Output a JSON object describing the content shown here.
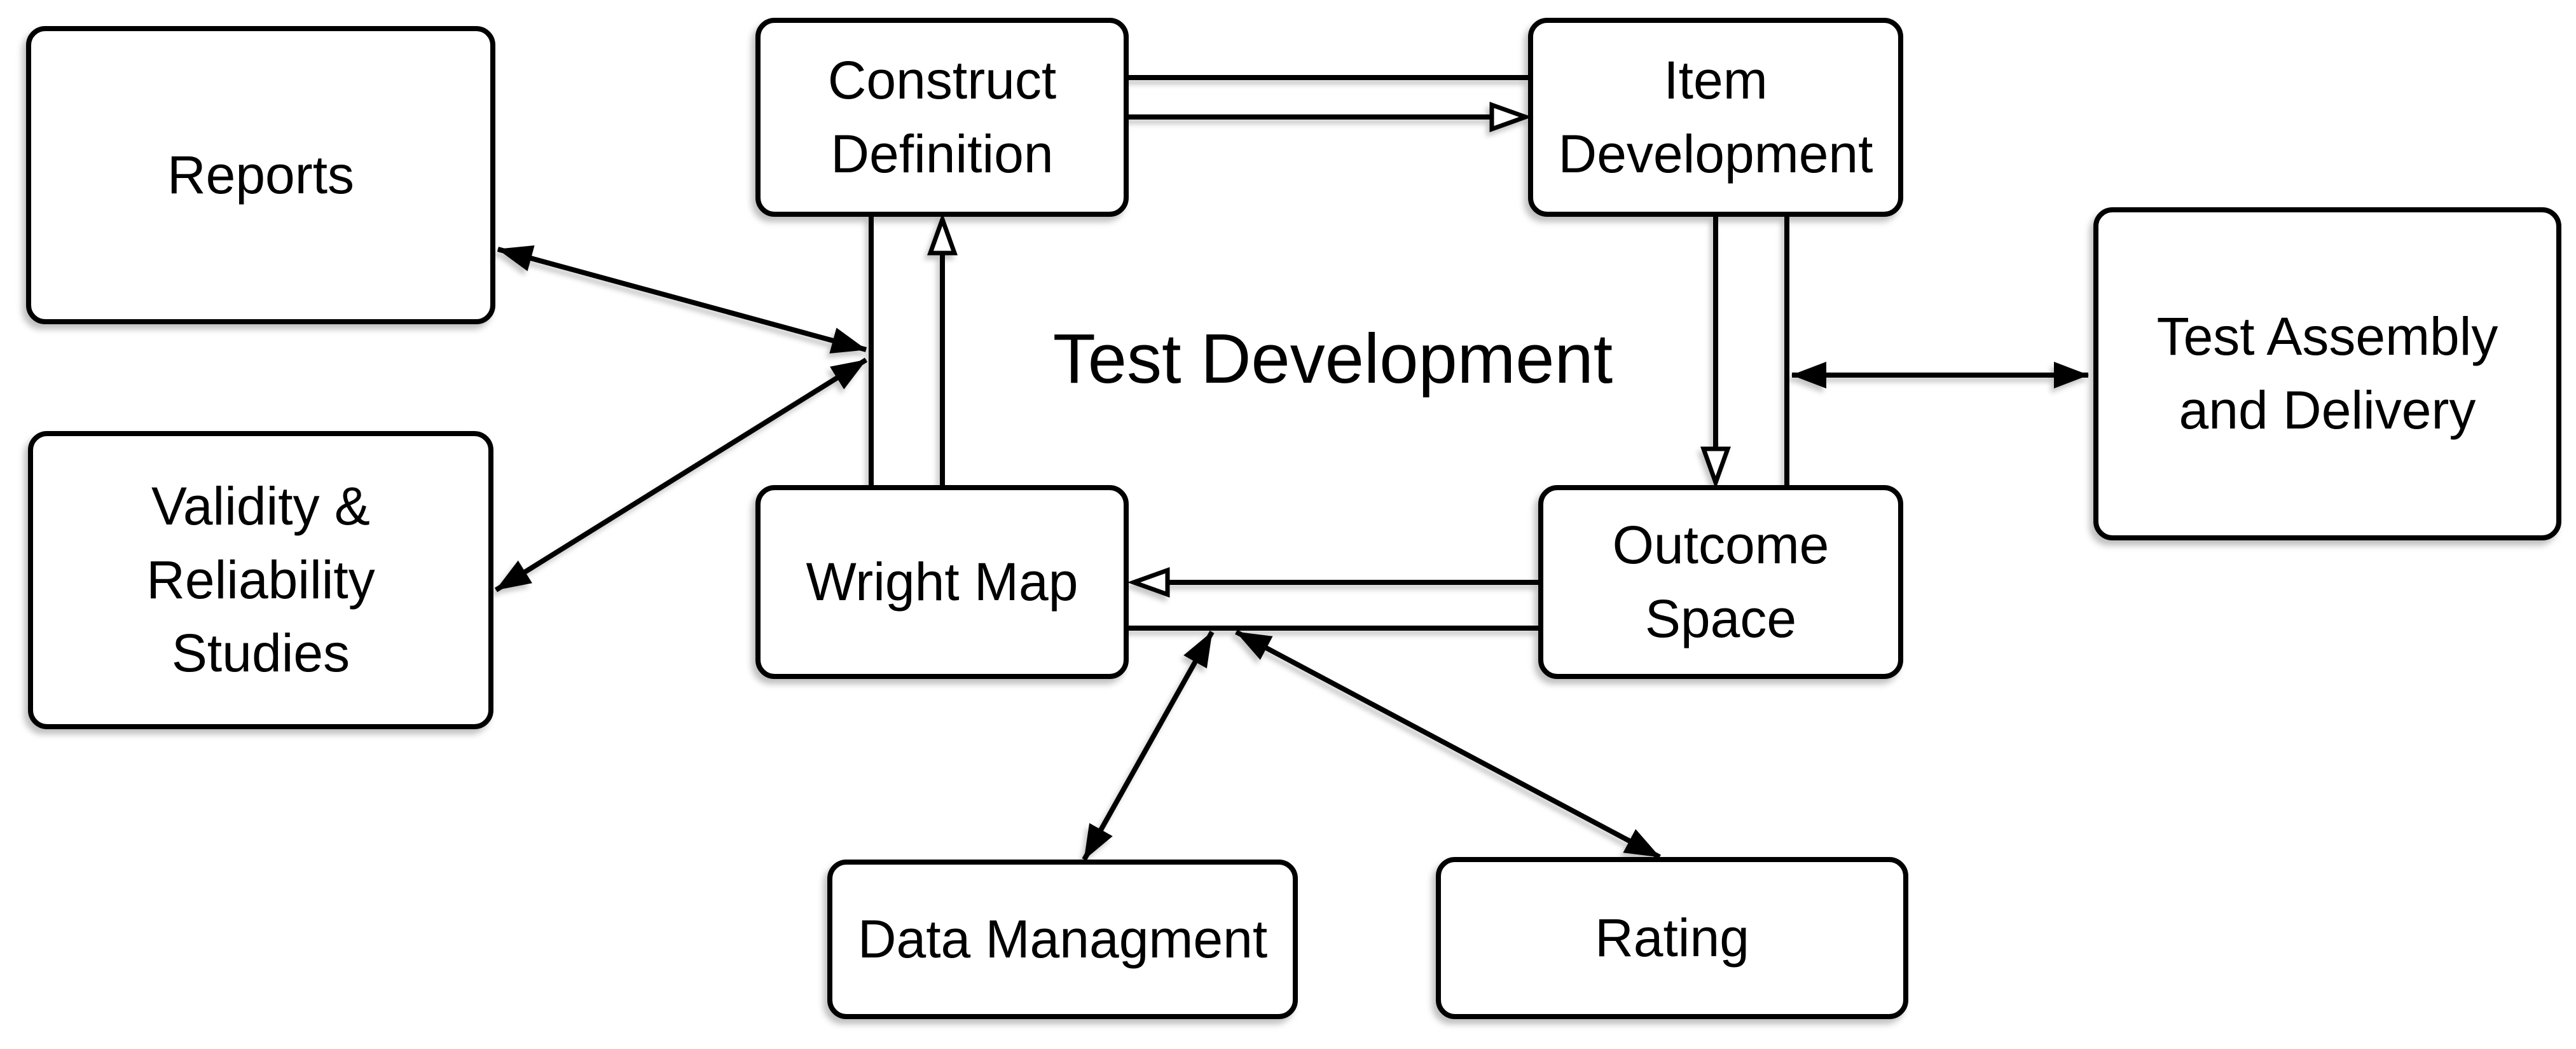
{
  "diagram": {
    "title": "Test Development",
    "boxes": {
      "reports": {
        "label": "Reports"
      },
      "validity": {
        "label": "Validity & Reliability Studies"
      },
      "construct": {
        "label": "Construct Definition"
      },
      "item": {
        "label": "Item Development"
      },
      "assembly": {
        "label": "Test Assembly and Delivery"
      },
      "wright": {
        "label": "Wright Map"
      },
      "outcome": {
        "label": "Outcome Space"
      },
      "data_management": {
        "label": "Data Managment"
      },
      "rating": {
        "label": "Rating"
      }
    },
    "edges": [
      {
        "from": "construct",
        "to": "item",
        "style": "open-arrow with parallel plain line"
      },
      {
        "from": "item",
        "to": "outcome",
        "style": "open-arrow with parallel plain line"
      },
      {
        "from": "outcome",
        "to": "wright",
        "style": "open-arrow with parallel plain line"
      },
      {
        "from": "wright",
        "to": "construct",
        "style": "open-arrow with parallel plain line"
      },
      {
        "from": "reports",
        "to": "cycle-left-junction",
        "style": "double-headed filled arrow"
      },
      {
        "from": "validity",
        "to": "cycle-left-junction",
        "style": "double-headed filled arrow"
      },
      {
        "from": "cycle-right-line",
        "to": "assembly",
        "style": "double-headed filled arrow"
      },
      {
        "from": "cycle-bottom-line",
        "to": "data_management",
        "style": "double-headed filled arrow"
      },
      {
        "from": "cycle-bottom-line",
        "to": "rating",
        "style": "double-headed filled arrow"
      }
    ],
    "colors": {
      "background": "#ffffff",
      "stroke": "#000000",
      "box_fill": "#ffffff",
      "text": "#000000"
    }
  }
}
